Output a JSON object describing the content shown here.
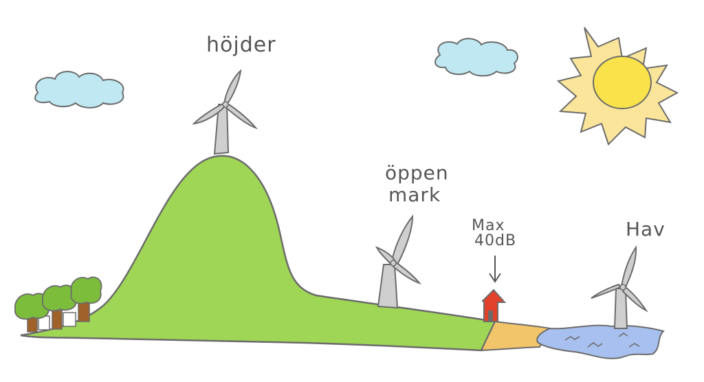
{
  "labels": {
    "hills": "höjder",
    "open_land_line1": "öppen",
    "open_land_line2": "mark",
    "max_line1": "Max",
    "max_line2": "40dB",
    "sea": "Hav"
  },
  "colors": {
    "grass": "#9fd655",
    "outline": "#6b6b6b",
    "cloud": "#bfe8f2",
    "sun_outer": "#fae59a",
    "sun_inner": "#f9e24a",
    "sand": "#f2c56b",
    "water": "#a8c0ef",
    "house": "#e2412b",
    "turbine": "#cfcfcf",
    "tree_top": "#7cbd3c",
    "tree_trunk": "#a0612a"
  }
}
